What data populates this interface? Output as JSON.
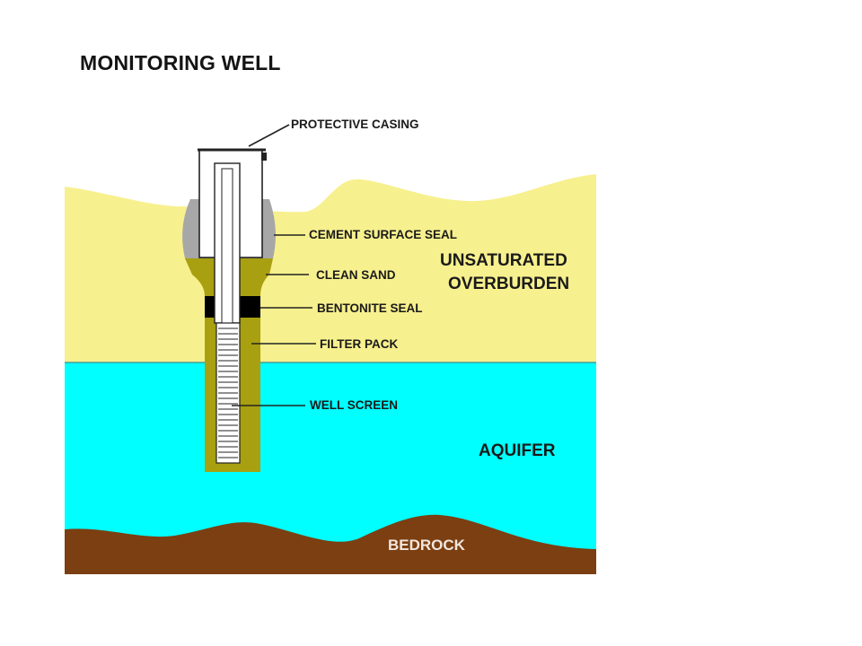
{
  "title": "MONITORING WELL",
  "labels": {
    "protective_casing": "PROTECTIVE CASING",
    "cement_surface_seal": "CEMENT SURFACE SEAL",
    "clean_sand": "CLEAN SAND",
    "bentonite_seal": "BENTONITE SEAL",
    "filter_pack": "FILTER PACK",
    "well_screen": "WELL SCREEN"
  },
  "zones": {
    "unsaturated_line1": "UNSATURATED",
    "unsaturated_line2": "OVERBURDEN",
    "aquifer": "AQUIFER",
    "bedrock": "BEDROCK"
  },
  "colors": {
    "unsaturated": "#f7f08e",
    "aquifer": "#00ffff",
    "bedrock": "#7b3f12",
    "cement": "#a7a7a7",
    "sand": "#a8a010",
    "bentonite": "#000000",
    "casing": "#ffffff"
  }
}
